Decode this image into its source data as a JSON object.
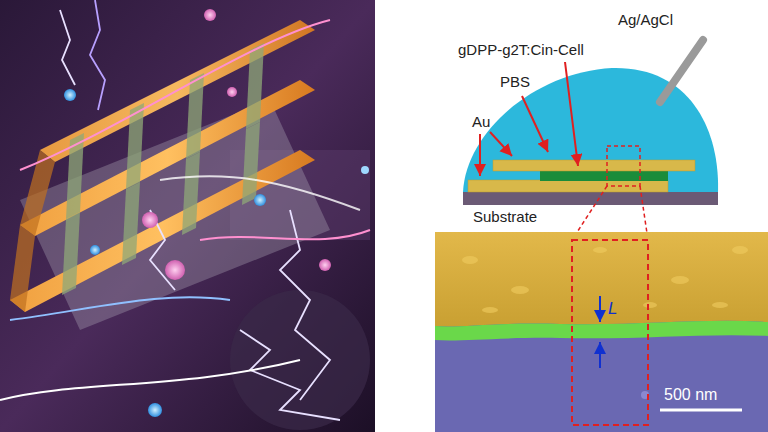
{
  "diagram": {
    "labels": [
      "Ag/AgCl",
      "gDPP-g2T:Cin-Cell",
      "PBS",
      "Au",
      "Substrate",
      "L",
      "500 nm"
    ]
  }
}
